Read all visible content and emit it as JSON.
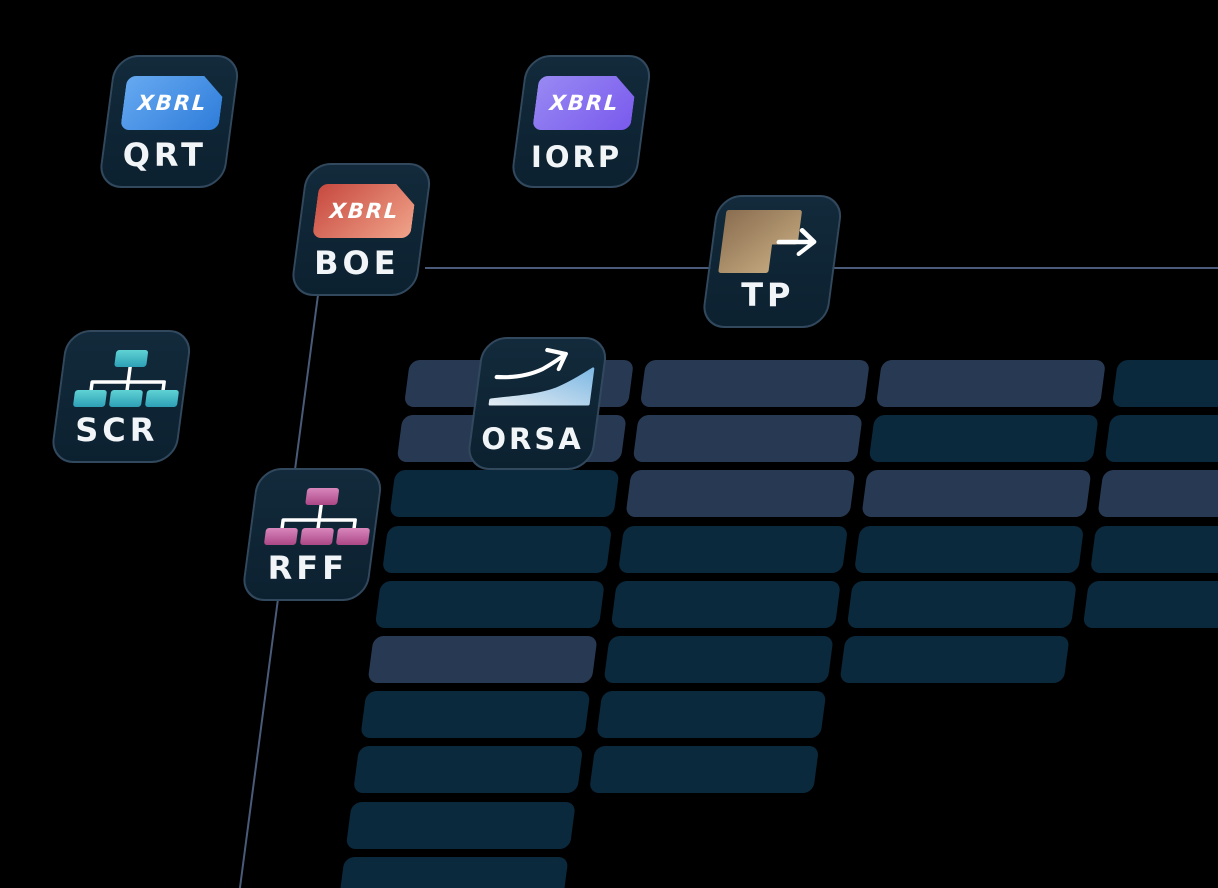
{
  "illustration": {
    "badges": {
      "qrt": {
        "label": "QRT",
        "chip": "XBRL"
      },
      "iorp": {
        "label": "IORP",
        "chip": "XBRL"
      },
      "boe": {
        "label": "BOE",
        "chip": "XBRL"
      },
      "tp": {
        "label": "TP",
        "icon": "steps-arrow-icon"
      },
      "scr": {
        "label": "SCR",
        "icon": "org-chart-icon"
      },
      "orsa": {
        "label": "ORSA",
        "icon": "growth-curve-icon"
      },
      "rff": {
        "label": "RFF",
        "icon": "org-chart-icon"
      }
    },
    "colors": {
      "background": "#000000",
      "bar_medium": "#283a53",
      "bar_dark": "#0b293d",
      "badge_bg": "#0e2433",
      "badge_border": "#31485d",
      "axis_line": "#4a5b79",
      "label_text": "#f2f5f8",
      "icon_stroke": "#ffffff",
      "gradients": {
        "qrt": [
          "#66a9f1",
          "#2f7dda"
        ],
        "iorp": [
          "#9889f3",
          "#7a5aed"
        ],
        "boe": [
          "#c7493f",
          "#f0a38a"
        ],
        "tp": [
          "#8c7052",
          "#c9ae83"
        ],
        "scr": [
          "#5fd2d4",
          "#2d9fb6"
        ],
        "orsa": [
          "#e2ebf2",
          "#7fb9e4"
        ],
        "rff": [
          "#d987bd",
          "#ab4786"
        ]
      }
    },
    "grid": {
      "row_shades": [
        [
          "m",
          "m",
          "m",
          "d"
        ],
        [
          "m",
          "m",
          "d",
          "d"
        ],
        [
          "d",
          "m",
          "m",
          "m"
        ],
        [
          "d",
          "d",
          "d",
          "d"
        ],
        [
          "d",
          "d",
          "d",
          "d"
        ],
        [
          "m",
          "d",
          "d"
        ],
        [
          "d",
          "d"
        ],
        [
          "d",
          "d"
        ],
        [
          "d"
        ],
        [
          "d"
        ]
      ]
    }
  }
}
